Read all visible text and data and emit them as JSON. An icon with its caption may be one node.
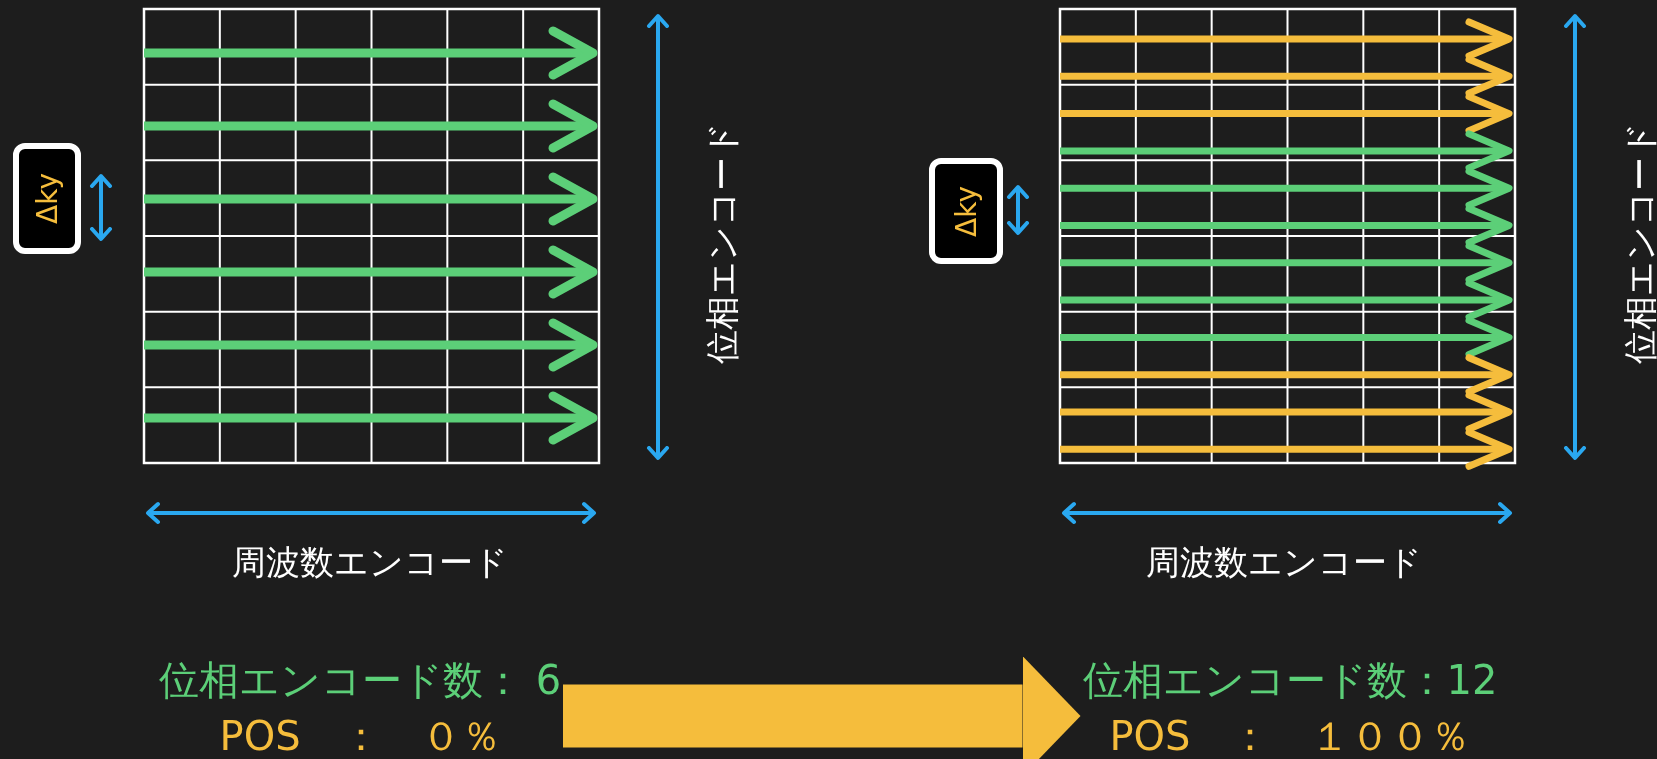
{
  "diagram": {
    "nodes": [
      {
        "text": [
          "Δky"
        ]
      },
      {
        "text": [
          "Δky"
        ]
      },
      {
        "text": [
          "位相エンコード数： 6",
          "POS　：　０％"
        ]
      },
      {
        "text": [
          "位相エンコード数：12",
          "POS　：　１００％"
        ]
      }
    ],
    "edges": [
      {
        "from": 2,
        "to": 3,
        "arrow": "to"
      }
    ],
    "labels": [
      "位相エンコード",
      "周波数エンコード",
      "位相エンコード",
      "周波数エンコード"
    ]
  }
}
